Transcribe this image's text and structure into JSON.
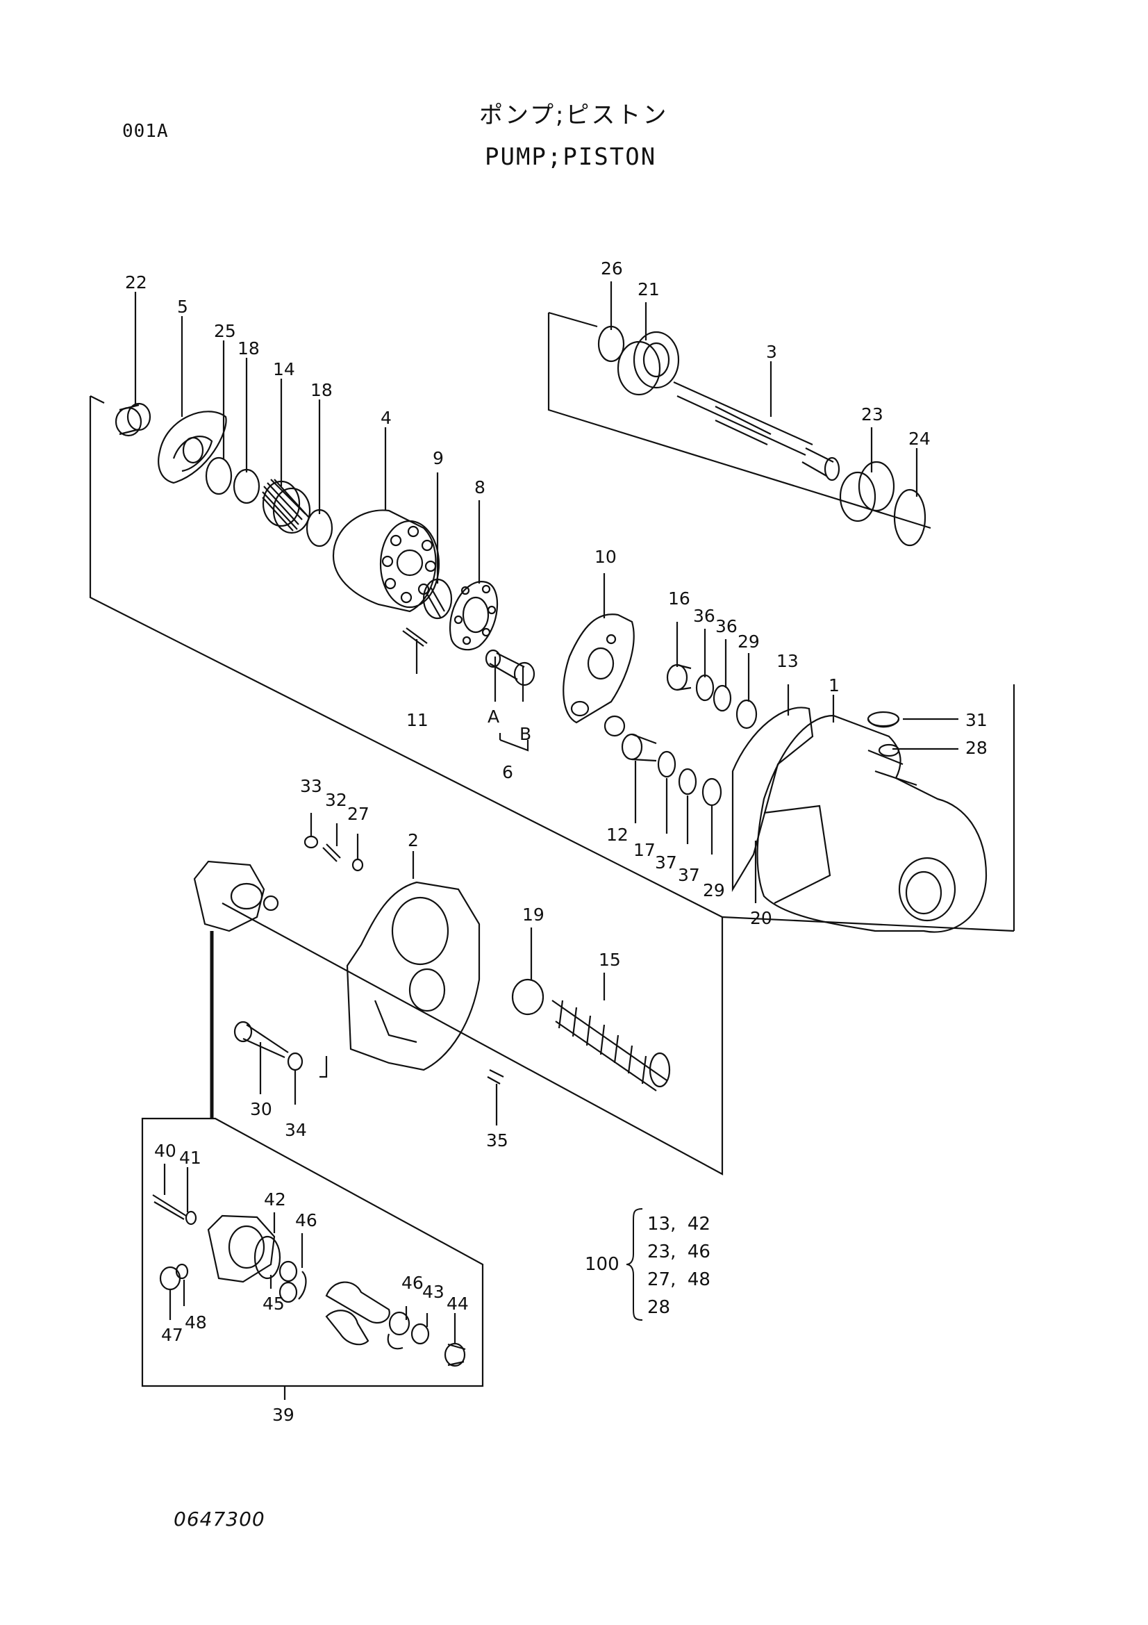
{
  "header": {
    "page_code": "001A",
    "title_jp": "ポンプ;ピストン",
    "title_en": "PUMP;PISTON"
  },
  "callouts": [
    {
      "id": "c22",
      "label": "22"
    },
    {
      "id": "c5",
      "label": "5"
    },
    {
      "id": "c25",
      "label": "25"
    },
    {
      "id": "c18a",
      "label": "18"
    },
    {
      "id": "c14",
      "label": "14"
    },
    {
      "id": "c18b",
      "label": "18"
    },
    {
      "id": "c4",
      "label": "4"
    },
    {
      "id": "c9",
      "label": "9"
    },
    {
      "id": "c8",
      "label": "8"
    },
    {
      "id": "c11",
      "label": "11"
    },
    {
      "id": "cA",
      "label": "A"
    },
    {
      "id": "cB",
      "label": "B"
    },
    {
      "id": "c6",
      "label": "6"
    },
    {
      "id": "c26",
      "label": "26"
    },
    {
      "id": "c21",
      "label": "21"
    },
    {
      "id": "c3",
      "label": "3"
    },
    {
      "id": "c23",
      "label": "23"
    },
    {
      "id": "c24",
      "label": "24"
    },
    {
      "id": "c10",
      "label": "10"
    },
    {
      "id": "c16",
      "label": "16"
    },
    {
      "id": "c36a",
      "label": "36"
    },
    {
      "id": "c36b",
      "label": "36"
    },
    {
      "id": "c29a",
      "label": "29"
    },
    {
      "id": "c13",
      "label": "13"
    },
    {
      "id": "c1",
      "label": "1"
    },
    {
      "id": "c31",
      "label": "31"
    },
    {
      "id": "c28",
      "label": "28"
    },
    {
      "id": "c12",
      "label": "12"
    },
    {
      "id": "c17",
      "label": "17"
    },
    {
      "id": "c37a",
      "label": "37"
    },
    {
      "id": "c37b",
      "label": "37"
    },
    {
      "id": "c29b",
      "label": "29"
    },
    {
      "id": "c20",
      "label": "20"
    },
    {
      "id": "c33",
      "label": "33"
    },
    {
      "id": "c32",
      "label": "32"
    },
    {
      "id": "c27",
      "label": "27"
    },
    {
      "id": "c2",
      "label": "2"
    },
    {
      "id": "c19",
      "label": "19"
    },
    {
      "id": "c15",
      "label": "15"
    },
    {
      "id": "c30",
      "label": "30"
    },
    {
      "id": "c34",
      "label": "34"
    },
    {
      "id": "c35",
      "label": "35"
    },
    {
      "id": "c40",
      "label": "40"
    },
    {
      "id": "c41",
      "label": "41"
    },
    {
      "id": "c42",
      "label": "42"
    },
    {
      "id": "c46a",
      "label": "46"
    },
    {
      "id": "c45",
      "label": "45"
    },
    {
      "id": "c47",
      "label": "47"
    },
    {
      "id": "c48",
      "label": "48"
    },
    {
      "id": "c46b",
      "label": "46"
    },
    {
      "id": "c43",
      "label": "43"
    },
    {
      "id": "c44",
      "label": "44"
    },
    {
      "id": "c39",
      "label": "39"
    }
  ],
  "kit": {
    "label": "100",
    "rows": [
      "13,  42",
      "23,  46",
      "27,  48",
      "28"
    ]
  },
  "footer": {
    "drawing_number": "0647300"
  }
}
